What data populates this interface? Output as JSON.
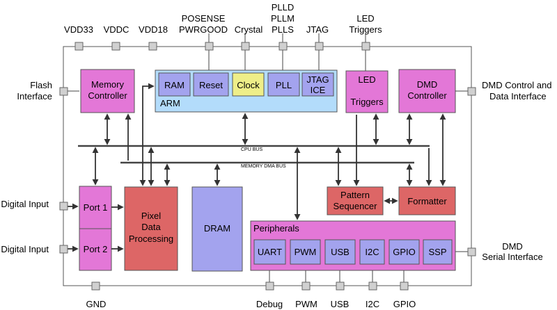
{
  "pins_top": [
    {
      "lines": [
        "VDD33"
      ]
    },
    {
      "lines": [
        "VDDC"
      ]
    },
    {
      "lines": [
        "VDD18"
      ]
    },
    {
      "lines": [
        "POSENSE",
        "PWRGOOD"
      ]
    },
    {
      "lines": [
        "Crystal"
      ]
    },
    {
      "lines": [
        "PLLD",
        "PLLM",
        "PLLS"
      ]
    },
    {
      "lines": [
        "JTAG"
      ]
    },
    {
      "lines": [
        "LED",
        "Triggers"
      ]
    }
  ],
  "pins_bottom": [
    {
      "lines": [
        "GND"
      ]
    },
    {
      "lines": [
        "Debug"
      ]
    },
    {
      "lines": [
        "PWM"
      ]
    },
    {
      "lines": [
        "USB"
      ]
    },
    {
      "lines": [
        "I2C"
      ]
    },
    {
      "lines": [
        "GPIO"
      ]
    }
  ],
  "pins_left": [
    {
      "lines": [
        "Flash",
        "Interface"
      ]
    },
    {
      "lines": [
        "Digital Input"
      ]
    },
    {
      "lines": [
        "Digital Input"
      ]
    }
  ],
  "pins_right": [
    {
      "lines": [
        "DMD Control and",
        "Data Interface"
      ]
    },
    {
      "lines": [
        "DMD",
        "Serial Interface"
      ]
    }
  ],
  "blocks": {
    "memory_controller": [
      "Memory",
      "Controller"
    ],
    "arm": "ARM",
    "ram": "RAM",
    "reset": "Reset",
    "clock": "Clock",
    "pll": "PLL",
    "jtag_ice": [
      "JTAG",
      "ICE"
    ],
    "led_triggers": [
      "LED",
      "Triggers"
    ],
    "dmd_controller": [
      "DMD",
      "Controller"
    ],
    "port1": "Port 1",
    "port2": "Port 2",
    "pixel_data_processing": [
      "Pixel",
      "Data",
      "Processing"
    ],
    "dram": "DRAM",
    "pattern_sequencer": [
      "Pattern",
      "Sequencer"
    ],
    "formatter": "Formatter",
    "peripherals": "Peripherals",
    "uart": "UART",
    "pwm": "PWM",
    "usb": "USB",
    "i2c": "I2C",
    "gpio": "GPIO",
    "ssp": "SSP"
  },
  "buses": {
    "cpu": "CPU BUS",
    "memory_dma": "MEMORY DMA BUS"
  },
  "colors": {
    "magenta": "#e377d7",
    "blue_inner": "#a3a3ee",
    "arm_bg": "#b3dcfb",
    "clock": "#eeee88",
    "red": "#dd6666",
    "pin": "#d0d0d0"
  }
}
